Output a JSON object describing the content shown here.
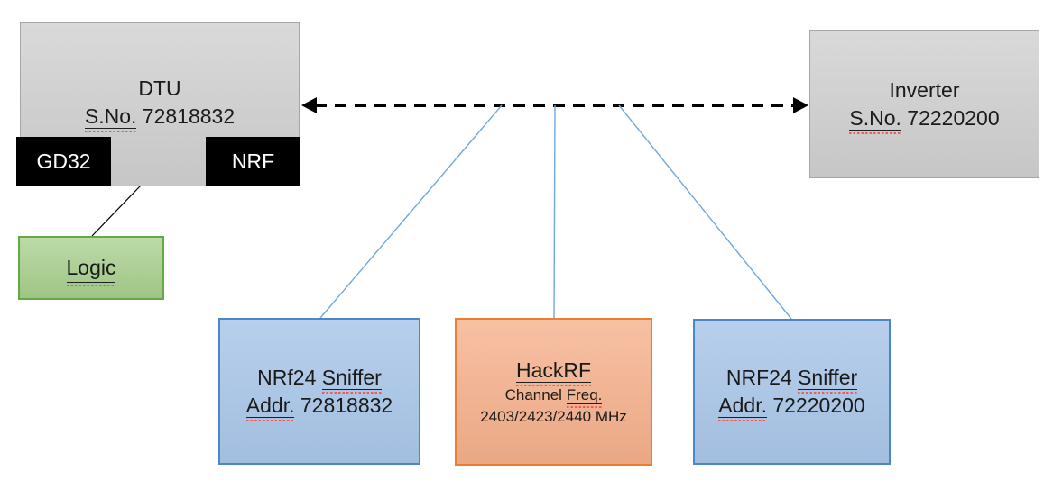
{
  "colors": {
    "canvas-bg": "#ffffff",
    "gray-fill": "#d1d1d1",
    "gray-border": "#a6a6a6",
    "black-fill": "#000000",
    "green-fill": "#a9d18e",
    "green-border": "#64a848",
    "blue-fill": "#a9c6e8",
    "blue-border": "#4a86c8",
    "orange-fill": "#f6b18c",
    "orange-border": "#ed7d31",
    "connector-blue": "#6fa8dc",
    "connector-black": "#000000",
    "text": "#1a1a1a",
    "squiggle-red": "#f25a5a"
  },
  "nodes": {
    "dtu": {
      "title": "DTU",
      "serial_label": "S.No.",
      "serial_value": "72818832"
    },
    "gd32": {
      "label": "GD32"
    },
    "nrf": {
      "label": "NRF"
    },
    "logic": {
      "label": "Logic"
    },
    "inverter": {
      "title": "Inverter",
      "serial_label": "S.No.",
      "serial_value": "72220200"
    },
    "sniffer_left": {
      "line1_start": "NRf24",
      "line1_marked": "Sniffer",
      "line2_marked": "Addr.",
      "line2_value": "72818832"
    },
    "hackrf": {
      "title": "HackRF",
      "channel_label": "Channel",
      "freq_label": "Freq.",
      "frequencies": "2403/2423/2440 MHz"
    },
    "sniffer_right": {
      "line1_start": "NRF24",
      "line1_marked": "Sniffer",
      "line2_marked": "Addr.",
      "line2_value": "72220200"
    }
  }
}
